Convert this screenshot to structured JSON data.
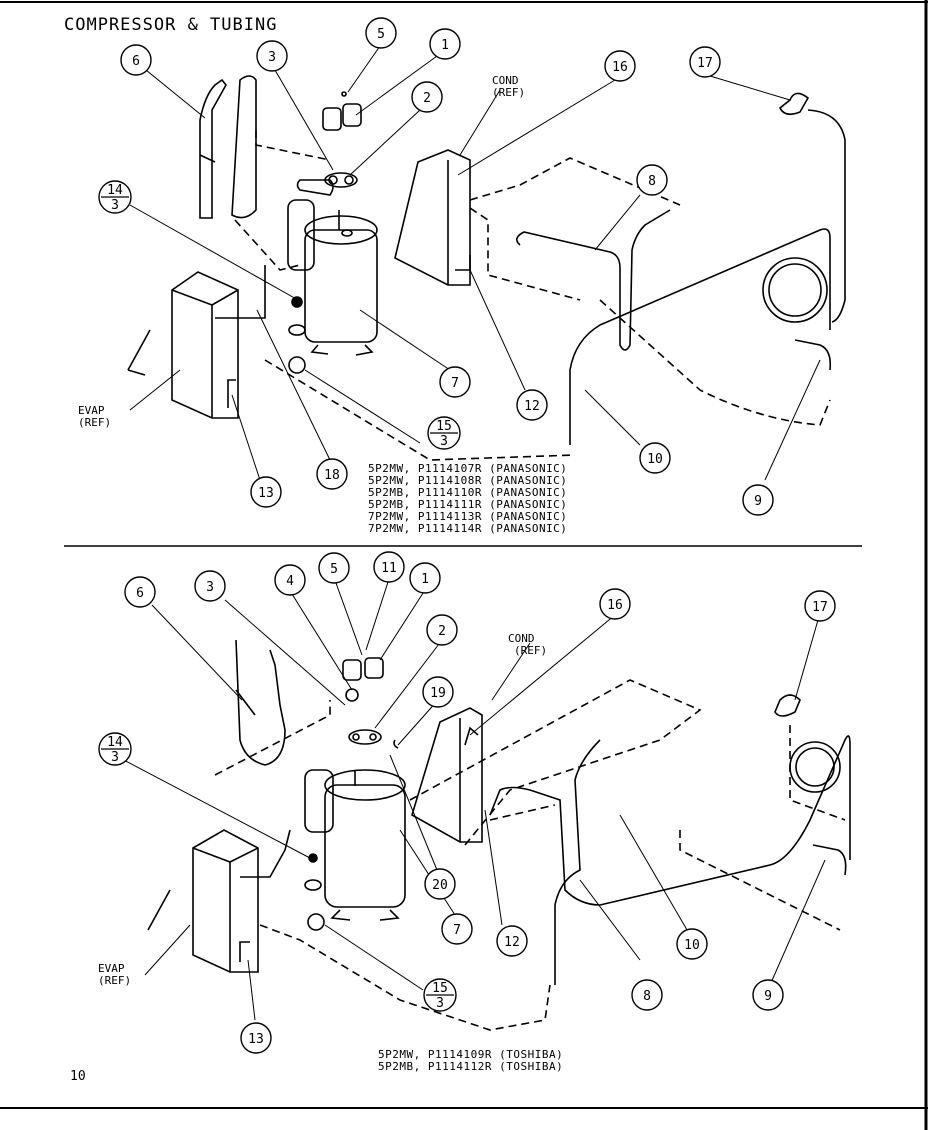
{
  "page": {
    "title": "COMPRESSOR & TUBING",
    "page_number": "10"
  },
  "top_diagram": {
    "callouts": [
      "1",
      "2",
      "3",
      "5",
      "6",
      "7",
      "8",
      "9",
      "10",
      "12",
      "13",
      "16",
      "17",
      "18"
    ],
    "fraction_callouts": [
      {
        "num": "14",
        "den": "3"
      },
      {
        "num": "15",
        "den": "3"
      }
    ],
    "cond_label": [
      "COND",
      "(REF)"
    ],
    "evap_label": [
      "EVAP",
      "(REF)"
    ],
    "models": [
      "5P2MW, P1114107R (PANASONIC)",
      "5P2MW, P1114108R (PANASONIC)",
      "5P2MB, P1114110R (PANASONIC)",
      "5P2MB, P1114111R (PANASONIC)",
      "7P2MW, P1114113R (PANASONIC)",
      "7P2MW, P1114114R (PANASONIC)"
    ]
  },
  "bottom_diagram": {
    "callouts": [
      "1",
      "2",
      "3",
      "4",
      "5",
      "6",
      "7",
      "8",
      "9",
      "10",
      "11",
      "12",
      "13",
      "16",
      "17",
      "19",
      "20"
    ],
    "fraction_callouts": [
      {
        "num": "14",
        "den": "3"
      },
      {
        "num": "15",
        "den": "3"
      }
    ],
    "cond_label": [
      "COND",
      "(REF)"
    ],
    "evap_label": [
      "EVAP",
      "(REF)"
    ],
    "models": [
      "5P2MW, P1114109R (TOSHIBA)",
      "5P2MB, P1114112R (TOSHIBA)"
    ]
  }
}
